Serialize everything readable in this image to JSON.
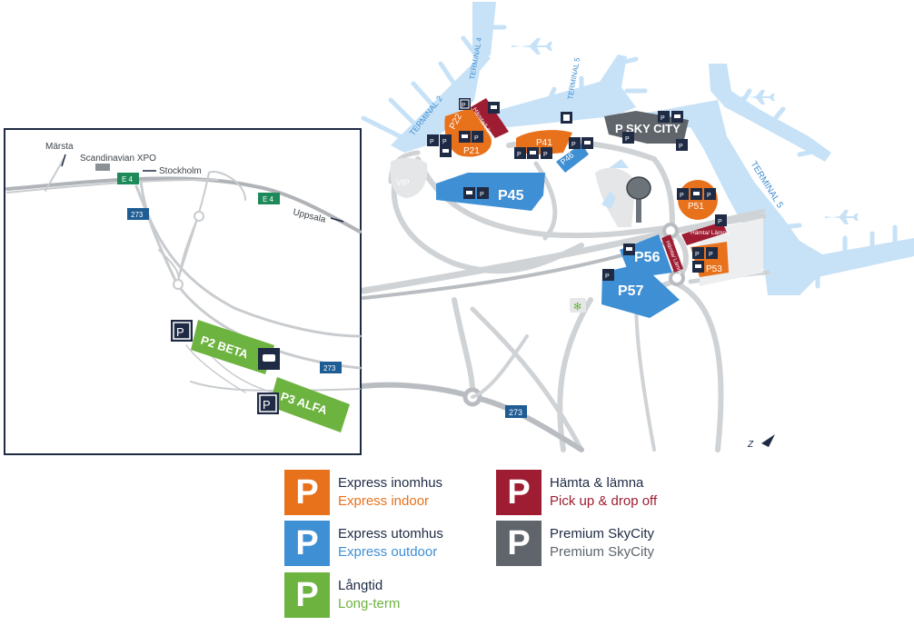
{
  "colors": {
    "orange": "#e8711c",
    "blue": "#3f8fd4",
    "green": "#6db33f",
    "maroon": "#9e1d32",
    "grey": "#5f656b",
    "navy": "#1f2a44",
    "terminal": "#c7e2f7",
    "road": "#d0d3d6"
  },
  "terminals": {
    "t2": "TERMINAL 2",
    "t4": "TERMINAL 4",
    "t5a": "TERMINAL 5",
    "t5b": "TERMINAL 5"
  },
  "parking": {
    "p22": "P22",
    "p21": "P21",
    "hamta_lamna_top": "Hämta/Lämna",
    "p41": "P41",
    "p46": "P46",
    "p45": "P45",
    "sky_city": "P SKY CITY",
    "p51": "P51",
    "hamta_lamna_right": "Hämta/ Lämna",
    "hamta_lamna_p56": "Hämta/ Lämna",
    "p56": "P56",
    "p53": "P53",
    "p57": "P57",
    "vip": "VIP"
  },
  "inset": {
    "marsta": "Märsta",
    "scandinavian_xpo": "Scandinavian XPO",
    "stockholm": "Stockholm",
    "e4_a": "E 4",
    "e4_b": "E 4",
    "uppsala": "Uppsala",
    "r273_a": "273",
    "r273_b": "273",
    "p2": "P2 BETA",
    "p3": "P3 ALFA"
  },
  "road_273": "273",
  "legend": [
    {
      "letter": "P",
      "sv": "Express inomhus",
      "en": "Express indoor",
      "color": "#e8711c"
    },
    {
      "letter": "P",
      "sv": "Express utomhus",
      "en": "Express outdoor",
      "color": "#3f8fd4"
    },
    {
      "letter": "P",
      "sv": "Långtid",
      "en": "Long-term",
      "color": "#6db33f"
    },
    {
      "letter": "P",
      "sv": "Hämta & lämna",
      "en": "Pick up & drop off",
      "color": "#9e1d32"
    },
    {
      "letter": "P",
      "sv": "Premium SkyCity",
      "en": "Premium SkyCity",
      "color": "#5f656b"
    }
  ]
}
